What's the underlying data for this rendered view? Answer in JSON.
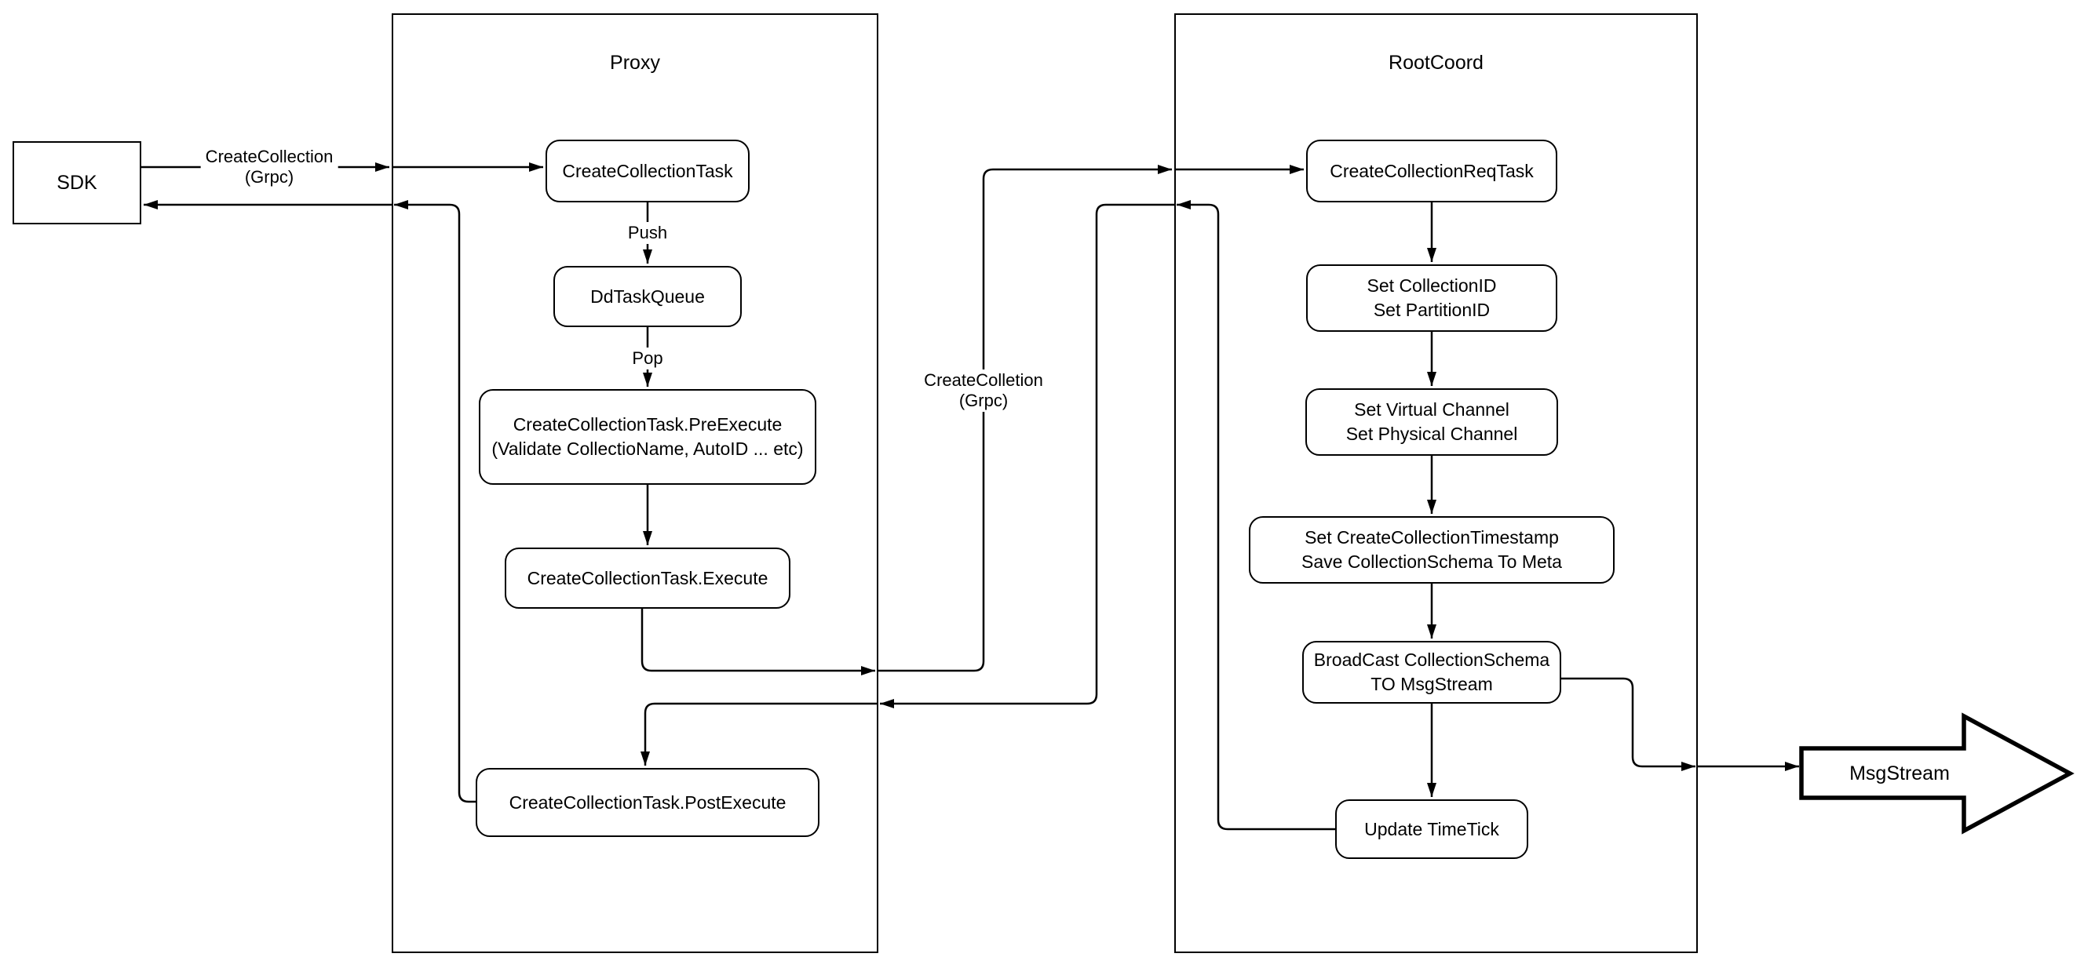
{
  "diagram": {
    "background_color": "#ffffff",
    "line_color": "#000000",
    "containers": {
      "proxy": {
        "label": "Proxy"
      },
      "rootcoord": {
        "label": "RootCoord"
      }
    },
    "nodes": {
      "sdk": {
        "label": "SDK"
      },
      "create_collection_task": {
        "label": "CreateCollectionTask"
      },
      "dd_task_queue": {
        "label": "DdTaskQueue"
      },
      "pre_execute": {
        "line1": "CreateCollectionTask.PreExecute",
        "line2": "(Validate CollectioName, AutoID ... etc)"
      },
      "execute": {
        "label": "CreateCollectionTask.Execute"
      },
      "post_execute": {
        "label": "CreateCollectionTask.PostExecute"
      },
      "req_task": {
        "label": "CreateCollectionReqTask"
      },
      "set_ids": {
        "line1": "Set CollectionID",
        "line2": "Set PartitionID"
      },
      "set_channels": {
        "line1": "Set Virtual Channel",
        "line2": "Set Physical Channel"
      },
      "set_timestamp": {
        "line1": "Set CreateCollectionTimestamp",
        "line2": "Save CollectionSchema To Meta"
      },
      "broadcast": {
        "line1": "BroadCast CollectionSchema",
        "line2": "TO MsgStream"
      },
      "update_timetick": {
        "label": "Update TimeTick"
      },
      "msgstream": {
        "label": "MsgStream"
      }
    },
    "edge_labels": {
      "grpc_call": {
        "line1": "CreateCollection",
        "line2": "(Grpc)"
      },
      "push": {
        "label": "Push"
      },
      "pop": {
        "label": "Pop"
      },
      "grpc_internal": {
        "line1": "CreateColletion",
        "line2": "(Grpc)"
      }
    }
  }
}
